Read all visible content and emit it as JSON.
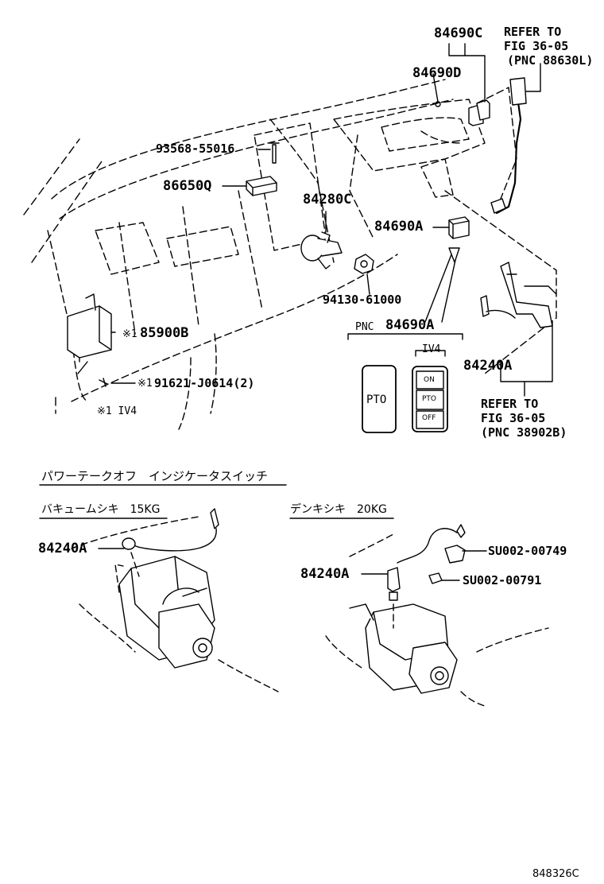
{
  "labels": {
    "p84690C": "84690C",
    "refer1_line1": "REFER TO",
    "refer1_line2": "FIG 36-05",
    "refer1_line3": "(PNC 88630L)",
    "p84690D": "84690D",
    "p93568": "93568-55016",
    "p86650Q": "86650Q",
    "p84280C": "84280C",
    "p84690A": "84690A",
    "p94130": "94130-61000",
    "pnc_prefix": "PNC",
    "pnc_value": "84690A",
    "iv4_top": "IV4",
    "p85900B_mark": "※1",
    "p85900B": "85900B",
    "p91621_mark": "※1",
    "p91621": "91621-J0614(2)",
    "note_iv4": "※1  IV4",
    "p84240A_right": "84240A",
    "refer2_line1": "REFER TO",
    "refer2_line2": "FIG 36-05",
    "refer2_line3": "(PNC 38902B)",
    "switch_pto": "PTO",
    "switch_on": "ON",
    "switch_pto_small": "PTO",
    "switch_off": "OFF",
    "section_title": "パワーテークオフ　インジケータスイッチ",
    "vacuum_title": "バキュームシキ　15KG",
    "electric_title": "デンキシキ　20KG",
    "p84240A_left": "84240A",
    "p84240A_mid": "84240A",
    "su749": "SU002-00749",
    "su791": "SU002-00791",
    "figure_id": "848326C"
  }
}
